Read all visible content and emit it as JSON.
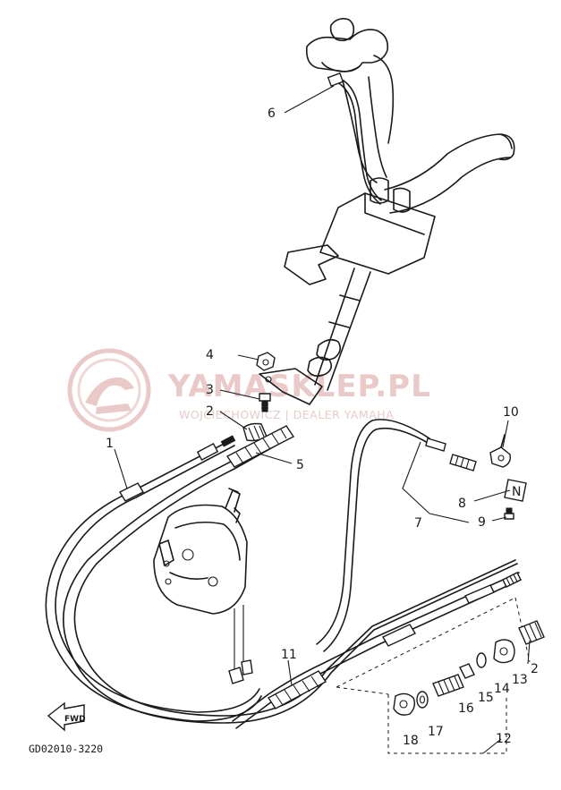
{
  "watermark": {
    "brand": "YAMASKLEP.PL",
    "subtitle": "WOJCIECHOWICZ | DEALER YAMAHA"
  },
  "diagram_code": "GD02010-3220",
  "direction_label": "FWD",
  "callouts": [
    {
      "id": "callout-1",
      "label": "1"
    },
    {
      "id": "callout-2a",
      "label": "2"
    },
    {
      "id": "callout-3",
      "label": "3"
    },
    {
      "id": "callout-4",
      "label": "4"
    },
    {
      "id": "callout-5",
      "label": "5"
    },
    {
      "id": "callout-6",
      "label": "6"
    },
    {
      "id": "callout-7",
      "label": "7"
    },
    {
      "id": "callout-8",
      "label": "8"
    },
    {
      "id": "callout-9",
      "label": "9"
    },
    {
      "id": "callout-10",
      "label": "10"
    },
    {
      "id": "callout-11",
      "label": "11"
    },
    {
      "id": "callout-12",
      "label": "12"
    },
    {
      "id": "callout-13",
      "label": "13"
    },
    {
      "id": "callout-14",
      "label": "14"
    },
    {
      "id": "callout-15",
      "label": "15"
    },
    {
      "id": "callout-16",
      "label": "16"
    },
    {
      "id": "callout-17",
      "label": "17"
    },
    {
      "id": "callout-18",
      "label": "18"
    },
    {
      "id": "callout-2b",
      "label": "2"
    }
  ],
  "neutral_tag": "N",
  "colors": {
    "ink": "#1a1a1a",
    "watermark": "#e8c4c4",
    "background": "#ffffff"
  }
}
